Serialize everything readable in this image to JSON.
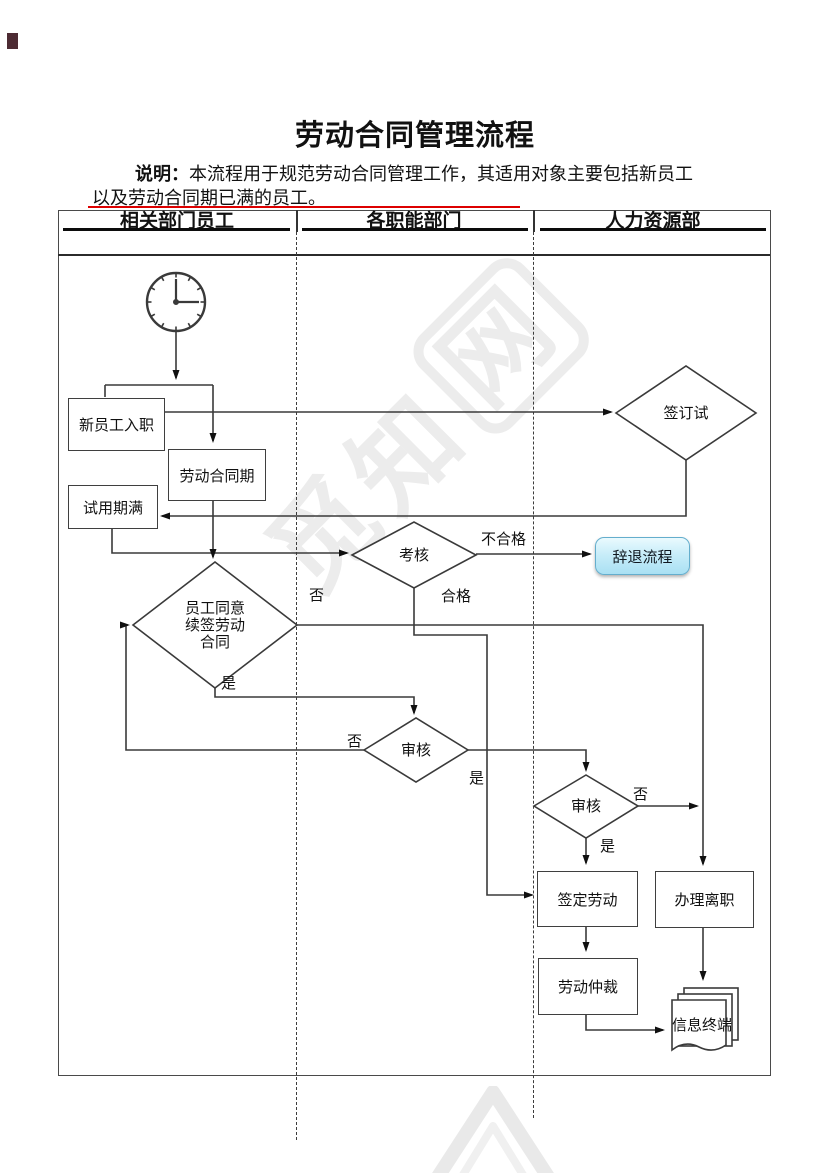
{
  "page": {
    "title": "劳动合同管理流程",
    "note_bold": "说明：",
    "note_line1": "本流程用于规范劳动合同管理工作，其适用对象主要包括新员工",
    "note_line2": "以及劳动合同期已满的员工。"
  },
  "lanes": {
    "col1": "相关部门员工",
    "col2": "各职能部门",
    "col3": "人力资源部"
  },
  "nodes": {
    "new_employee": "新员工入职",
    "contract_period": "劳动合同期",
    "probation_end": "试用期满",
    "sign_trial": "签订试",
    "assess": "考核",
    "dismiss": "辞退流程",
    "agree_l1": "员工同意",
    "agree_l2": "续签劳动",
    "agree_l3": "合同",
    "review1": "审核",
    "review2": "审核",
    "sign_labor": "签定劳动",
    "resign": "办理离职",
    "arbitration": "劳动仲裁",
    "info_terminal": "信息终端"
  },
  "edge_labels": {
    "unqualified": "不合格",
    "qualified": "合格",
    "agree_no": "否",
    "agree_yes": "是",
    "review1_no": "否",
    "review1_yes": "是",
    "review2_no": "否",
    "review2_yes": "是"
  },
  "watermark": {
    "text_front": "觅知",
    "text_boxed": "网"
  },
  "colors": {
    "dismiss_fill_top": "#eafafe",
    "dismiss_fill_bottom": "#a9e0f3",
    "dismiss_border": "#64aecd",
    "line": "#3a3a3a",
    "red_underline": "#dd0000"
  }
}
